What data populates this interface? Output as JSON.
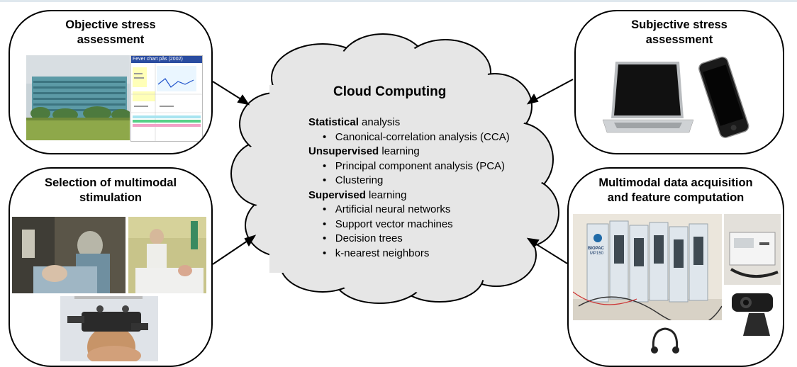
{
  "panels": {
    "objective": {
      "title_line1": "Objective stress",
      "title_line2": "assessment"
    },
    "subjective": {
      "title_line1": "Subjective stress",
      "title_line2": "assessment"
    },
    "selection": {
      "title_line1": "Selection of multimodal",
      "title_line2": "stimulation"
    },
    "acquisition": {
      "title_line1": "Multimodal data acquisition",
      "title_line2": "and feature computation"
    }
  },
  "fever_chart": {
    "header": "Fever chart pås (2002)",
    "device_label": "BIOPAC",
    "device_model": "MP150"
  },
  "cloud": {
    "title": "Cloud Computing",
    "sections": [
      {
        "bold": "Statistical",
        "rest": " analysis",
        "items": [
          "Canonical-correlation analysis (CCA)"
        ]
      },
      {
        "bold": "Unsupervised",
        "rest": " learning",
        "items": [
          "Principal component analysis (PCA)",
          "Clustering"
        ]
      },
      {
        "bold": "Supervised",
        "rest": " learning",
        "items": [
          "Artificial neural networks",
          "Support vector machines",
          "Decision trees",
          "k-nearest neighbors"
        ]
      }
    ]
  },
  "colors": {
    "cloud_fill": "#e6e6e6",
    "border": "#000000",
    "chart_header": "#2a4ca0"
  }
}
